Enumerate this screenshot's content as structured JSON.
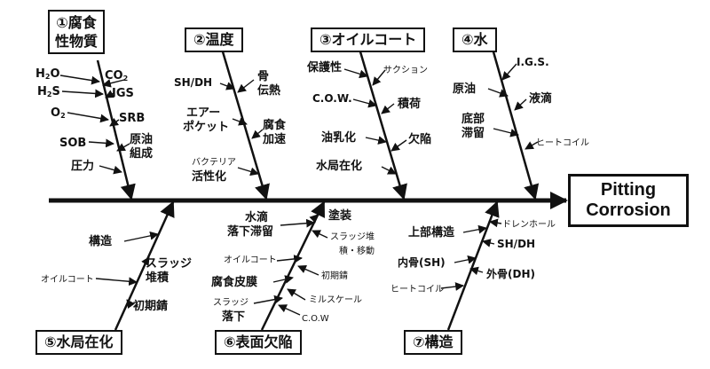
{
  "effect": {
    "line1": "Pitting",
    "line2": "Corrosion"
  },
  "categories": {
    "c1": {
      "line1": "①腐食",
      "line2": "性物質"
    },
    "c2": "②温度",
    "c3": "③オイルコート",
    "c4": "④水",
    "c5": "⑤水局在化",
    "c6": "⑥表面欠陥",
    "c7": "⑦構造"
  },
  "causes": {
    "c1": {
      "h2o_base": "H",
      "h2o_sub": "2",
      "h2o_end": "O",
      "co2_base": "CO",
      "co2_sub": "2",
      "h2s_base": "H",
      "h2s_sub": "2",
      "h2s_end": "S",
      "igs": "IGS",
      "o2_base": "O",
      "o2_sub": "2",
      "srb": "SRB",
      "sob": "SOB",
      "crude_1": "原油",
      "crude_2": "組成",
      "pressure": "圧力"
    },
    "c2": {
      "shdh": "SH/DH",
      "bone_1": "骨",
      "bone_2": "伝熱",
      "airpocket_1": "エアー",
      "airpocket_2": "ポケット",
      "accel_1": "腐食",
      "accel_2": "加速",
      "bacteria_1": "バクテリア",
      "bacteria_2": "活性化"
    },
    "c3": {
      "protect": "保護性",
      "suction": "サクション",
      "cow": "C.O.W.",
      "load": "積荷",
      "emulsion": "油乳化",
      "defect": "欠陥",
      "waterloc": "水局在化"
    },
    "c4": {
      "igs": "I.G.S.",
      "crude": "原油",
      "droplet": "液滴",
      "bottom_1": "底部",
      "bottom_2": "滞留",
      "heatcoil": "ヒートコイル"
    },
    "c5": {
      "structure": "構造",
      "sludge_1": "スラッジ",
      "sludge_2": "堆積",
      "oilcoat": "オイルコート",
      "rust": "初期錆"
    },
    "c6": {
      "drop_1": "水滴",
      "drop_2": "落下滞留",
      "paint": "塗装",
      "sludgemove_1": "スラッジ堆",
      "sludgemove_2": "積・移動",
      "oilcoat": "オイルコート",
      "rust": "初期錆",
      "film": "腐食皮膜",
      "millscale": "ミルスケール",
      "sludgefall_1": "スラッジ",
      "sludgefall_2": "落下",
      "cow": "C.O.W"
    },
    "c7": {
      "upper": "上部構造",
      "drain": "ドレンホール",
      "shdh": "SH/DH",
      "inner": "内骨(SH)",
      "outer": "外骨(DH)",
      "heatcoil": "ヒートコイル"
    }
  }
}
